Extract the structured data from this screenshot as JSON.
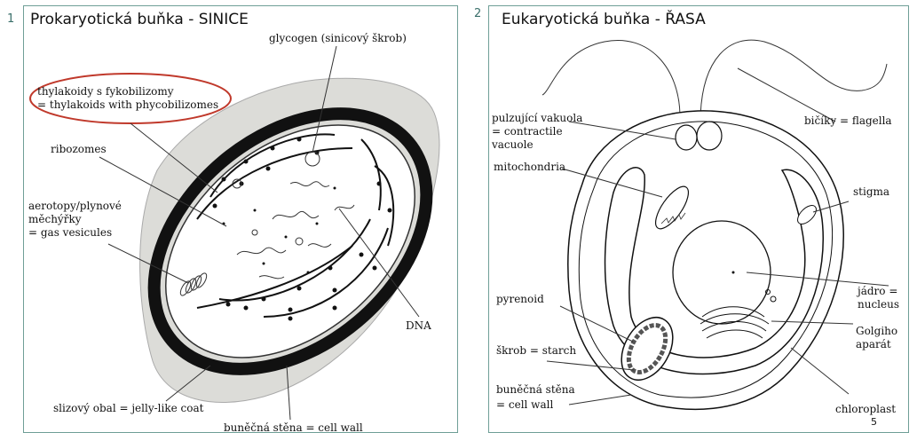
{
  "panel1": {
    "number": "1",
    "title": "Prokaryotická buňka - SINICE",
    "labels": {
      "glycogen": "glycogen (sinicový škrob)",
      "thylakoids_1": "thylakoidy s fykobilizomy",
      "thylakoids_2": "= thylakoids with phycobilizomes",
      "ribozomes": "ribozomes",
      "aerotopy_1": "aerotopy/plynové",
      "aerotopy_2": "měchýřky",
      "aerotopy_3": "= gas vesicules",
      "dna": "DNA",
      "jelly": "slizový obal = jelly-like coat",
      "cell_wall": "buněčná stěna = cell wall"
    }
  },
  "panel2": {
    "number": "2",
    "title": "Eukaryotická buňka - ŘASA",
    "labels": {
      "pulz_1": "pulzující vakuola",
      "pulz_2": "= contractile",
      "pulz_3": "vacuole",
      "flagella": "bičíky = flagella",
      "mitochondria": "mitochondria",
      "stigma": "stigma",
      "nucleus_1": "jádro =",
      "nucleus_2": "nucleus",
      "pyrenoid": "pyrenoid",
      "golgi_1": "Golgiho",
      "golgi_2": "aparát",
      "starch": "škrob = starch",
      "wall_1": "buněčná stěna",
      "wall_2": "= cell wall",
      "chloroplast": "chloroplast"
    }
  },
  "page_number": "5",
  "colors": {
    "frame": "#6f9f97",
    "highlight": "#c0392b",
    "coat": "#dcdcd8"
  }
}
